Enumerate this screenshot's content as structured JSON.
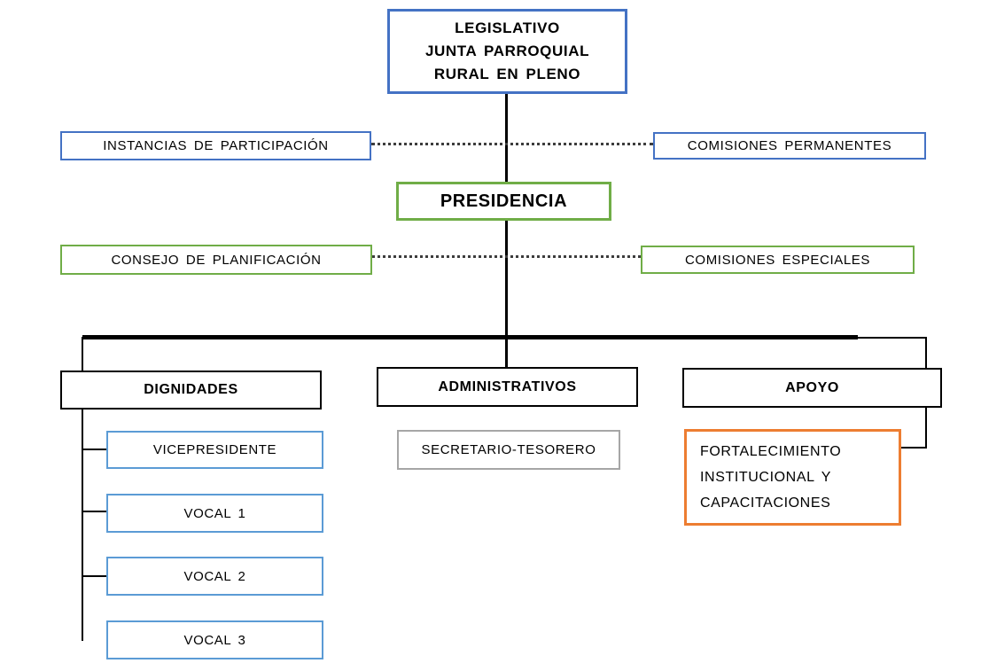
{
  "diagram": {
    "type": "org-chart",
    "colors": {
      "blue": "#4472C4",
      "light_blue": "#5B9BD5",
      "green": "#70AD47",
      "orange": "#ED7D31",
      "gray": "#A6A6A6",
      "black": "#000000"
    },
    "nodes": {
      "legislativo": {
        "label": "LEGISLATIVO\nJUNTA PARROQUIAL\nRURAL EN PLENO"
      },
      "instancias": {
        "label": "INSTANCIAS DE PARTICIPACIÓN"
      },
      "comisiones_permanentes": {
        "label": "COMISIONES PERMANENTES"
      },
      "presidencia": {
        "label": "PRESIDENCIA"
      },
      "consejo_planificacion": {
        "label": "CONSEJO DE PLANIFICACIÓN"
      },
      "comisiones_especiales": {
        "label": "COMISIONES ESPECIALES"
      },
      "dignidades": {
        "label": "DIGNIDADES"
      },
      "administrativos": {
        "label": "ADMINISTRATIVOS"
      },
      "apoyo": {
        "label": "APOYO"
      },
      "vicepresidente": {
        "label": "VICEPRESIDENTE"
      },
      "vocal_1": {
        "label": "VOCAL 1"
      },
      "vocal_2": {
        "label": "VOCAL 2"
      },
      "vocal_3": {
        "label": "VOCAL 3"
      },
      "secretario_tesorero": {
        "label": "SECRETARIO-TESORERO"
      },
      "fortalecimiento": {
        "label": "FORTALECIMIENTO\nINSTITUCIONAL    Y\nCAPACITACIONES"
      }
    }
  }
}
